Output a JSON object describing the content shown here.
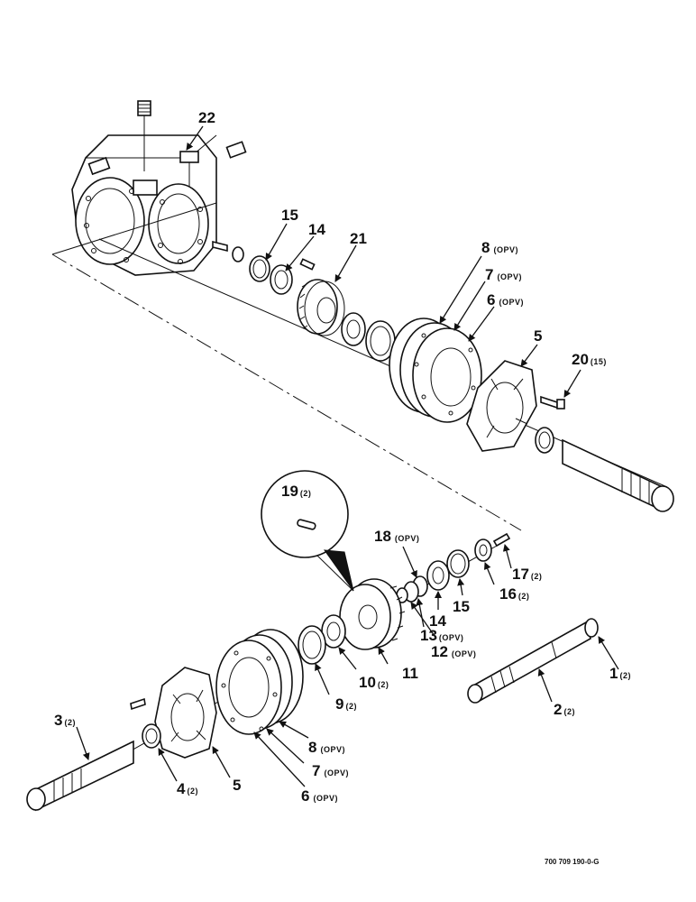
{
  "drawing_number": "700 709 190-0-G",
  "callouts": {
    "c1": {
      "num": "1",
      "qty": "(2)"
    },
    "c2": {
      "num": "2",
      "qty": "(2)"
    },
    "c3": {
      "num": "3",
      "qty": "(2)"
    },
    "c4": {
      "num": "4",
      "qty": "(2)"
    },
    "c5a": {
      "num": "5",
      "qty": ""
    },
    "c5b": {
      "num": "5",
      "qty": ""
    },
    "c6a": {
      "num": "6",
      "qty": "(OPV)"
    },
    "c6b": {
      "num": "6",
      "qty": "(OPV)"
    },
    "c7a": {
      "num": "7",
      "qty": "(OPV)"
    },
    "c7b": {
      "num": "7",
      "qty": "(OPV)"
    },
    "c8a": {
      "num": "8",
      "qty": "(OPV)"
    },
    "c8b": {
      "num": "8",
      "qty": "(OPV)"
    },
    "c9": {
      "num": "9",
      "qty": "(2)"
    },
    "c10": {
      "num": "10",
      "qty": "(2)"
    },
    "c11": {
      "num": "11",
      "qty": ""
    },
    "c12": {
      "num": "12",
      "qty": "(OPV)"
    },
    "c13": {
      "num": "13",
      "qty": "(OPV)"
    },
    "c14a": {
      "num": "14",
      "qty": ""
    },
    "c14b": {
      "num": "14",
      "qty": ""
    },
    "c15a": {
      "num": "15",
      "qty": ""
    },
    "c15b": {
      "num": "15",
      "qty": ""
    },
    "c16": {
      "num": "16",
      "qty": "(2)"
    },
    "c17": {
      "num": "17",
      "qty": "(2)"
    },
    "c18": {
      "num": "18",
      "qty": "(OPV)"
    },
    "c19": {
      "num": "19",
      "qty": "(2)"
    },
    "c20": {
      "num": "20",
      "qty": "(15)"
    },
    "c21": {
      "num": "21",
      "qty": ""
    },
    "c22": {
      "num": "22",
      "qty": ""
    }
  }
}
